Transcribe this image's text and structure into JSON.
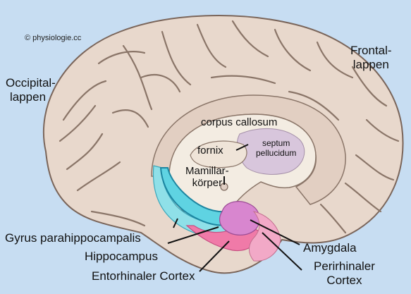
{
  "copyright": "© physiologie.cc",
  "labels": {
    "occipital_line1": "Occipital-",
    "occipital_line2": "lappen",
    "frontal_line1": "Frontal-",
    "frontal_line2": "lappen",
    "corpus_callosum": "corpus callosum",
    "septum_line1": "septum",
    "septum_line2": "pellucidum",
    "fornix": "fornix",
    "mamillar_line1": "Mamillar-",
    "mamillar_line2": "körper",
    "gyrus": "Gyrus parahippocampalis",
    "hippocampus": "Hippocampus",
    "entorhinal": "Entorhinaler Cortex",
    "amygdala": "Amygdala",
    "perirhinal_line1": "Perirhinaler",
    "perirhinal_line2": "Cortex"
  },
  "colors": {
    "background": "#c7ddf2",
    "brain": "#e8d8cc",
    "sulci": "#8a7568",
    "callosum": "#f3ece2",
    "septum": "#d8c6dc",
    "hippocampus": "#5fd3e2",
    "parahippocampal": "#8fe0e8",
    "entorhinal": "#f07aa8",
    "amygdala": "#d886cf"
  }
}
